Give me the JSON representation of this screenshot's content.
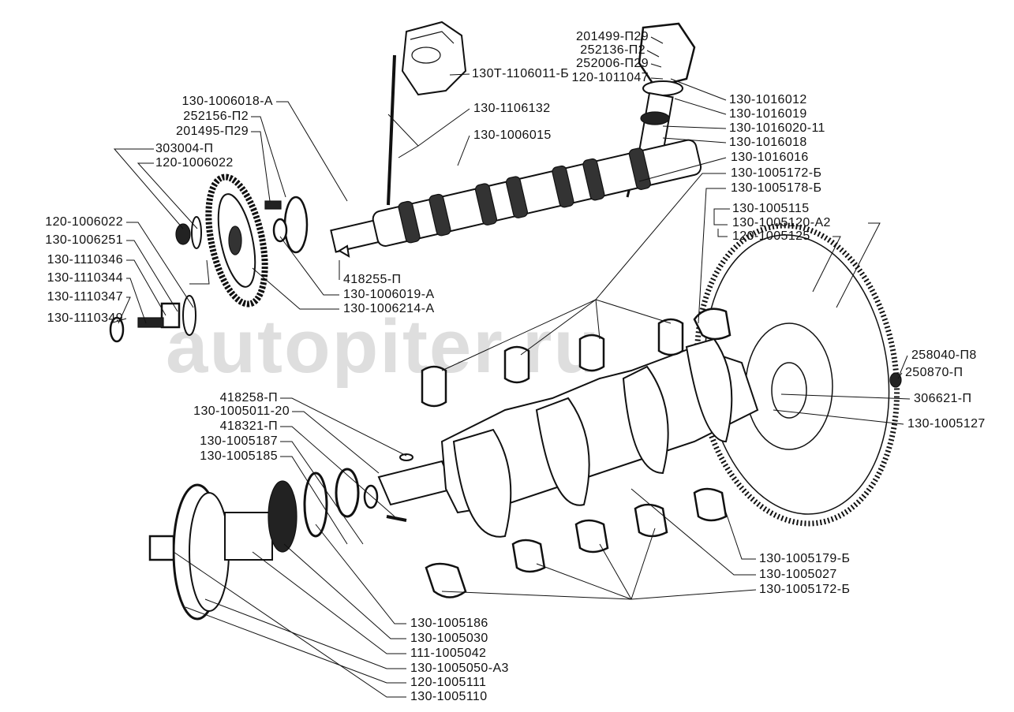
{
  "watermark": "autopiter.ru",
  "labels": [
    "201499-П29",
    "252136-П2",
    "252006-П29",
    "120-1011047",
    "130Т-1106011-Б",
    "130-1006018-А",
    "252156-П2",
    "201495-П29",
    "303004-П",
    "120-1006022",
    "130-1106132",
    "130-1006015",
    "130-1016012",
    "130-1016019",
    "130-1016020-11",
    "130-1016018",
    "130-1016016",
    "130-1005172-Б",
    "130-1005178-Б",
    "130-1005115",
    "130-1005120-А2",
    "120-1005125",
    "120-1006022",
    "130-1006251",
    "130-1110346",
    "130-1110344",
    "130-1110347",
    "130-1110349",
    "418255-П",
    "130-1006019-А",
    "130-1006214-А",
    "258040-П8",
    "250870-П",
    "306621-П",
    "130-1005127",
    "418258-П",
    "130-1005011-20",
    "418321-П",
    "130-1005187",
    "130-1005185",
    "130-1005179-Б",
    "130-1005027",
    "130-1005172-Б",
    "130-1005186",
    "130-1005030",
    "111-1005042",
    "130-1005050-А3",
    "120-1005111",
    "130-1005110"
  ]
}
